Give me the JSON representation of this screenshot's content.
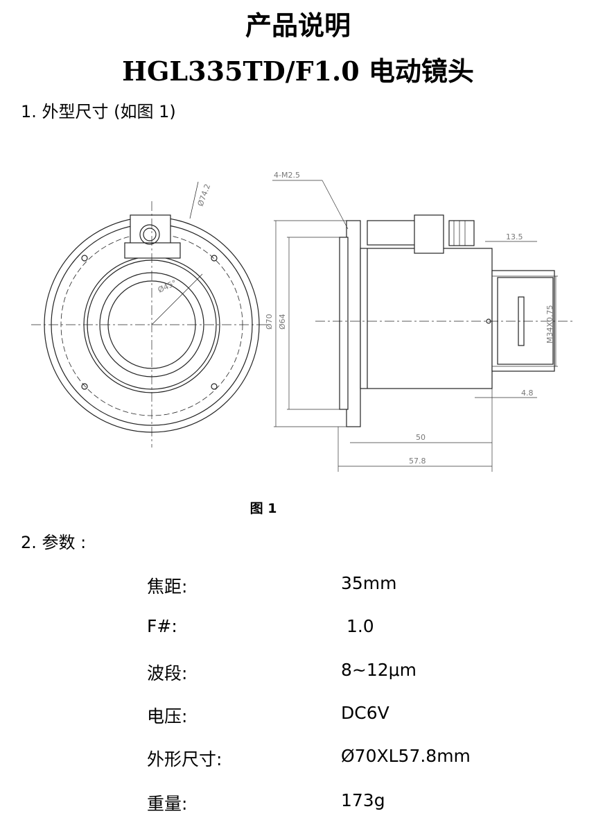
{
  "header": {
    "title": "产品说明",
    "subtitle": "HGL335TD/F1.0 电动镜头"
  },
  "section1": {
    "heading": "1.  外型尺寸  (如图 1)"
  },
  "figure": {
    "caption": "图  1",
    "labels": {
      "d742": "Ø74.2",
      "a45": "Ø45°",
      "m25": "4-M2.5",
      "d70": "Ø70",
      "d64": "Ø64",
      "l135": "13.5",
      "m34": "M34X0.75",
      "l48": "4.8",
      "l50": "50",
      "l578": "57.8"
    }
  },
  "section2": {
    "heading": "2.  参数  :"
  },
  "specs": [
    {
      "label": "焦距:",
      "value": "35mm"
    },
    {
      "label": "F#:",
      "value": " 1.0"
    },
    {
      "label": "波段:",
      "value": "8~12μm"
    },
    {
      "label": "电压:",
      "value": "DC6V"
    },
    {
      "label": "外形尺寸:",
      "value": "Ø70XL57.8mm"
    },
    {
      "label": "重量:",
      "value": "173g"
    }
  ]
}
